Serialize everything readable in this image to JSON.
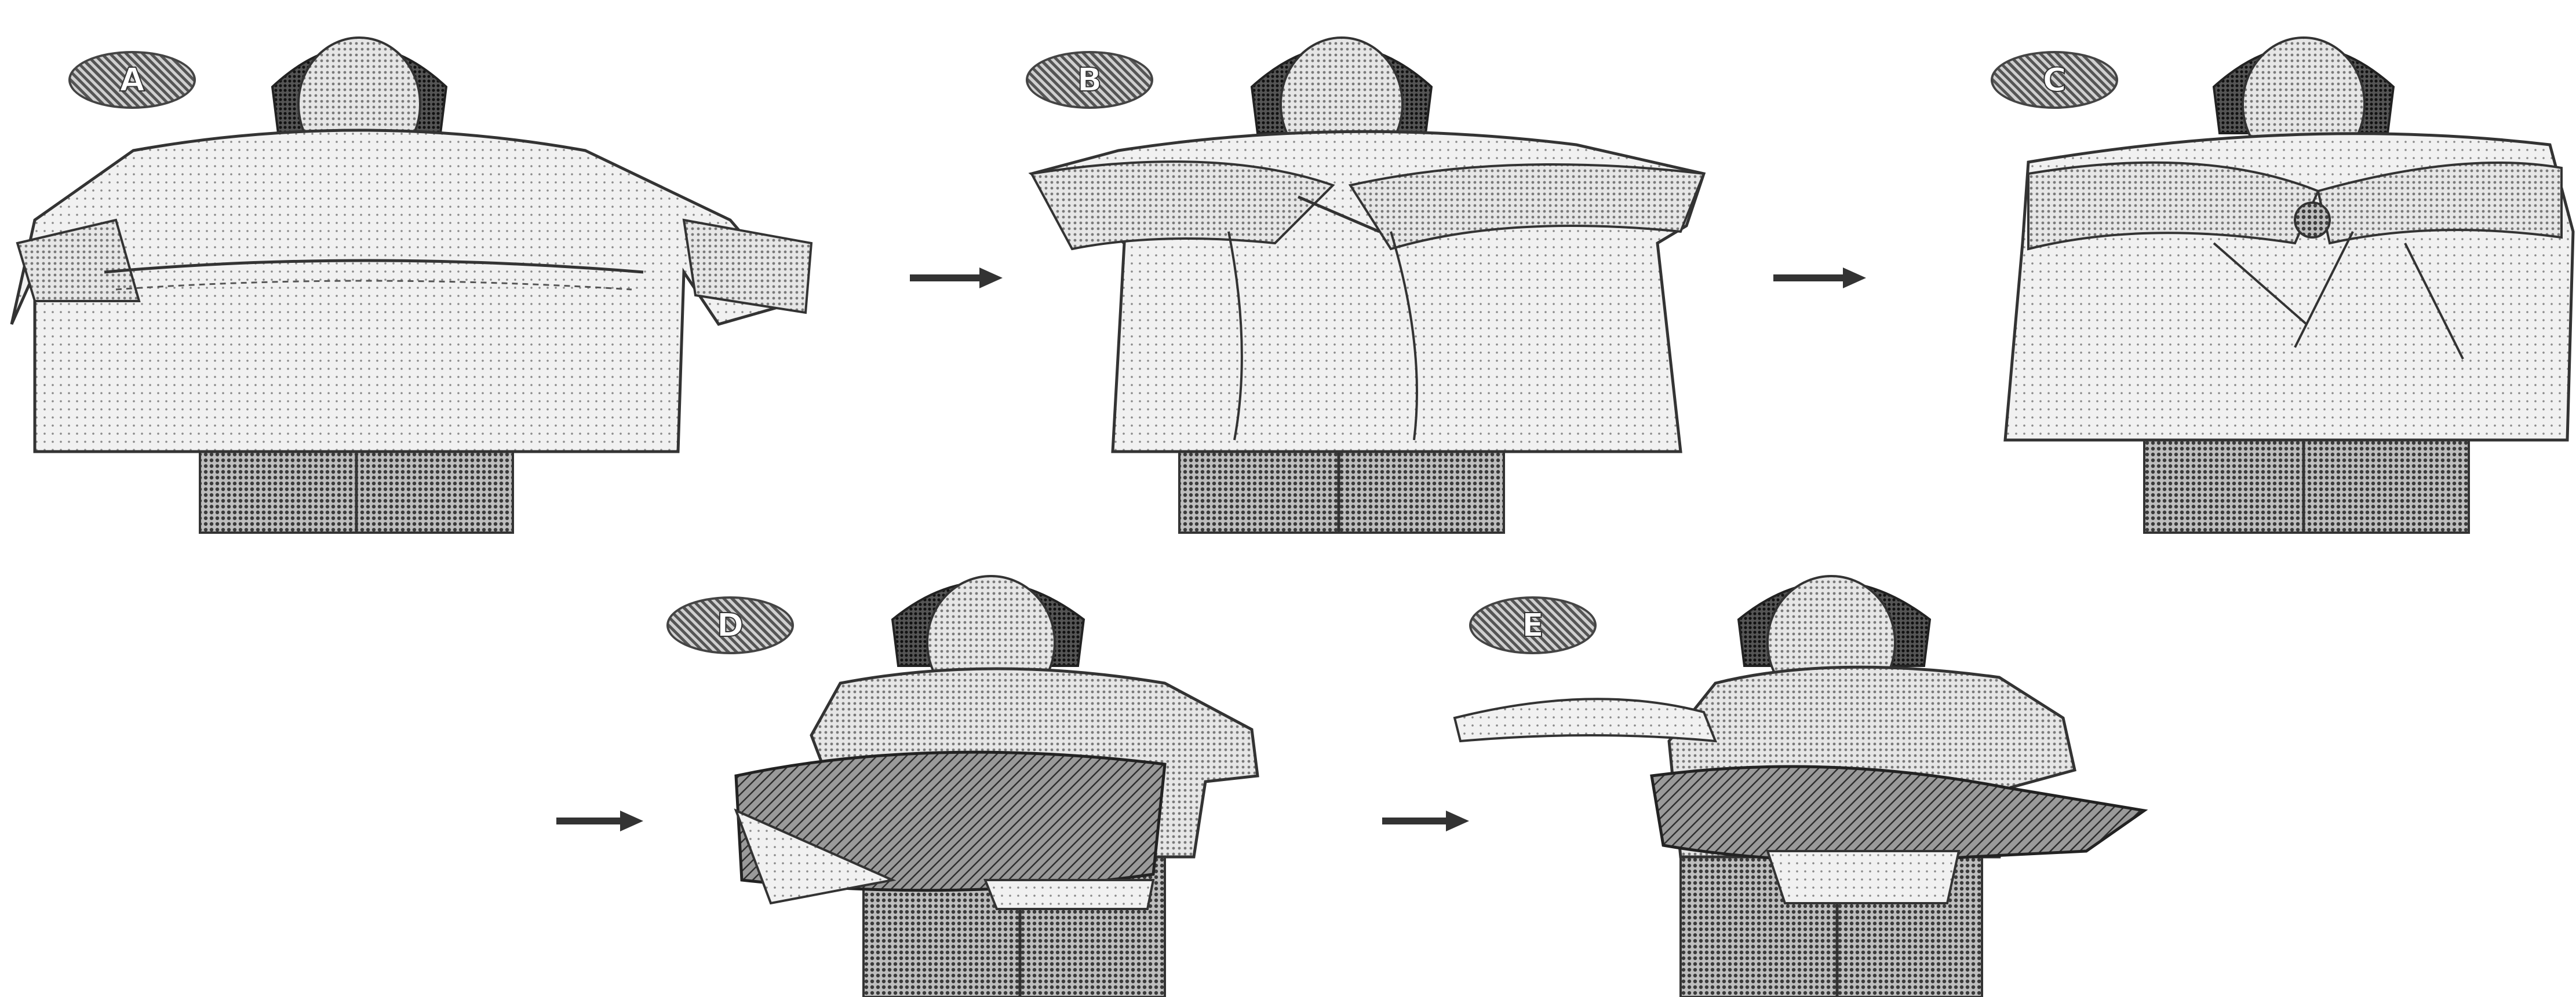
{
  "steps": [
    {
      "label": "A"
    },
    {
      "label": "B"
    },
    {
      "label": "C"
    },
    {
      "label": "D"
    },
    {
      "label": "E"
    }
  ],
  "arrow_icon": "right-arrow-icon",
  "colors": {
    "ink": "#333333",
    "halftone_light": "#d8d8d8",
    "halftone_dark": "#6a6a6a",
    "background": "#ffffff"
  }
}
